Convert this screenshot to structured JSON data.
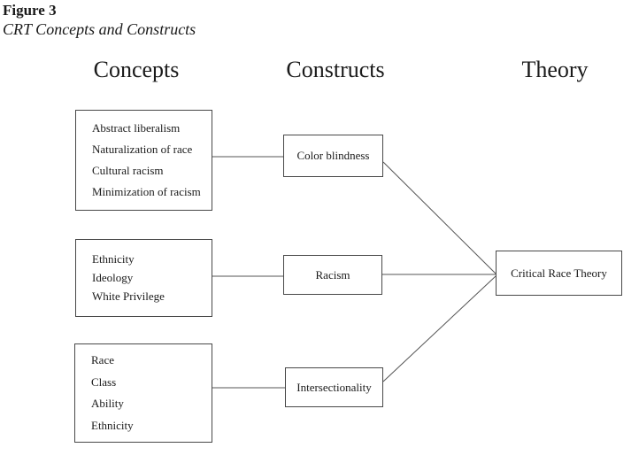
{
  "figure": {
    "label": "Figure 3",
    "caption": "CRT Concepts and Constructs"
  },
  "columns": {
    "concepts": "Concepts",
    "constructs": "Constructs",
    "theory": "Theory"
  },
  "concept_boxes": [
    {
      "items": [
        "Abstract liberalism",
        "Naturalization of race",
        "Cultural racism",
        "Minimization of racism"
      ]
    },
    {
      "items": [
        "Ethnicity",
        "Ideology",
        "White Privilege"
      ]
    },
    {
      "items": [
        "Race",
        "Class",
        "Ability",
        "Ethnicity"
      ]
    }
  ],
  "construct_boxes": [
    {
      "label": "Color blindness"
    },
    {
      "label": "Racism"
    },
    {
      "label": "Intersectionality"
    }
  ],
  "theory_box": {
    "label": "Critical Race Theory"
  },
  "colors": {
    "background": "#ffffff",
    "text": "#1a1a1a",
    "box_border": "#484848",
    "connector_line": "#545454"
  }
}
